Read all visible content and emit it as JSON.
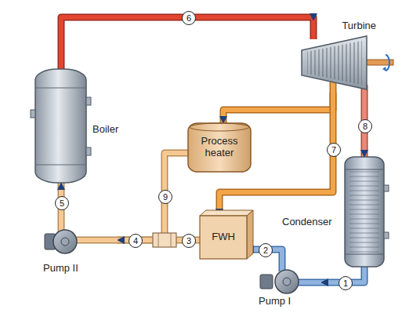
{
  "diagram": {
    "nodes": [
      {
        "text": [
          "Turbine"
        ]
      },
      {
        "text": [
          "Boiler"
        ]
      },
      {
        "text": [
          "Process heater"
        ]
      },
      {
        "text": [
          "Condenser"
        ]
      },
      {
        "text": [
          "FWH"
        ]
      },
      {
        "text": [
          "Pump II"
        ]
      },
      {
        "text": [
          "Pump I"
        ]
      }
    ],
    "edges": [
      {
        "from": 1,
        "to": 0,
        "arrow": "to",
        "label": "6"
      },
      {
        "from": 0,
        "to": 2,
        "arrow": "to"
      },
      {
        "from": 0,
        "to": 4,
        "arrow": "to"
      },
      {
        "from": 0,
        "to": 3,
        "arrow": "to",
        "label": "8"
      },
      {
        "from": 3,
        "to": 6,
        "arrow": "to",
        "label": "1"
      },
      {
        "from": 6,
        "to": 4,
        "arrow": "to",
        "label": "2"
      },
      {
        "from": 4,
        "to": 5,
        "arrow": "to"
      },
      {
        "from": 2,
        "to": 5,
        "arrow": "to",
        "label": "9"
      },
      {
        "from": 5,
        "to": 1,
        "arrow": "to",
        "label": "5"
      }
    ],
    "labels": [
      "7",
      "3",
      "4"
    ]
  }
}
